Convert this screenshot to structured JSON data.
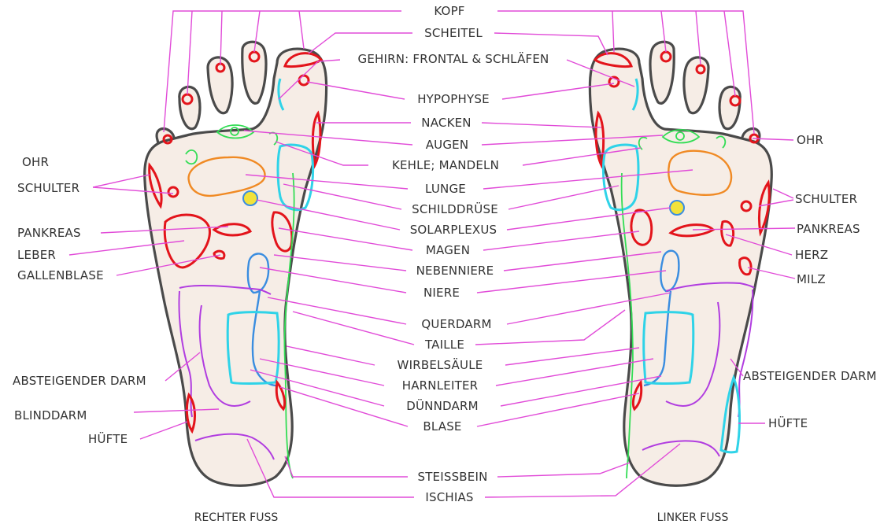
{
  "center_labels": {
    "kopf": "KOPF",
    "scheitel": "SCHEITEL",
    "gehirn": "GEHIRN: FRONTAL & SCHLÄFEN",
    "hypophyse": "HYPOPHYSE",
    "nacken": "NACKEN",
    "augen": "AUGEN",
    "kehle": "KEHLE; MANDELN",
    "lunge": "LUNGE",
    "schilddruese": "SCHILDDRÜSE",
    "solarplexus": "SOLARPLEXUS",
    "magen": "MAGEN",
    "nebenniere": "NEBENNIERE",
    "niere": "NIERE",
    "querdarm": "QUERDARM",
    "taille": "TAILLE",
    "wirbelsaeule": "WIRBELSÄULE",
    "harnleiter": "HARNLEITER",
    "duenndarm": "DÜNNDARM",
    "blase": "BLASE",
    "steissbein": "STEISSBEIN",
    "ischias": "ISCHIAS"
  },
  "left_labels": {
    "ohr": "OHR",
    "schulter": "SCHULTER",
    "pankreas": "PANKREAS",
    "leber": "LEBER",
    "gallenblase": "GALLENBLASE",
    "absteigender_darm": "ABSTEIGENDER DARM",
    "blinddarm": "BLINDDARM",
    "huefte": "HÜFTE"
  },
  "right_labels": {
    "ohr": "OHR",
    "schulter": "SCHULTER",
    "pankreas": "PANKREAS",
    "herz": "HERZ",
    "milz": "MILZ",
    "absteigender_darm": "ABSTEIGENDER DARM",
    "huefte": "HÜFTE"
  },
  "foot_titles": {
    "right_foot": "RECHTER FUSS",
    "left_foot": "LINKER FUSS"
  },
  "colors": {
    "leader_lines": "#e14bd8",
    "outline": "#4a4a4a",
    "red_zones": "#e3141b",
    "cyan_zones": "#2fd3e8",
    "blue_zones": "#3a8de0",
    "green_zones": "#33dd55",
    "purple_zones": "#b13de0",
    "orange_zones": "#f08a24",
    "solar_plexus": "#f2e23a"
  }
}
